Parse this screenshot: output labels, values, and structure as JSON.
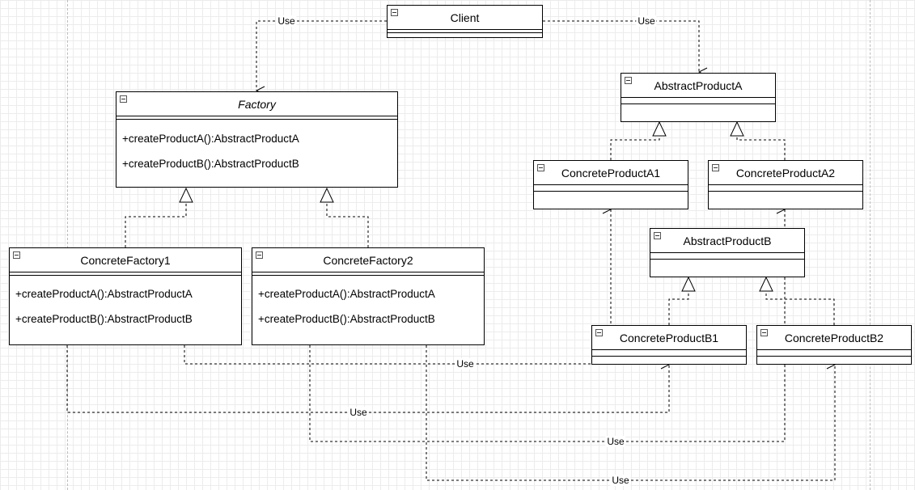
{
  "classes": {
    "client": {
      "name": "Client"
    },
    "factory": {
      "name": "Factory",
      "methods": [
        "+createProductA():AbstractProductA",
        "+createProductB():AbstractProductB"
      ]
    },
    "concrete_factory1": {
      "name": "ConcreteFactory1",
      "methods": [
        "+createProductA():AbstractProductA",
        "+createProductB():AbstractProductB"
      ]
    },
    "concrete_factory2": {
      "name": "ConcreteFactory2",
      "methods": [
        "+createProductA():AbstractProductA",
        "+createProductB():AbstractProductB"
      ]
    },
    "abstract_product_a": {
      "name": "AbstractProductA"
    },
    "concrete_product_a1": {
      "name": "ConcreteProductA1"
    },
    "concrete_product_a2": {
      "name": "ConcreteProductA2"
    },
    "abstract_product_b": {
      "name": "AbstractProductB"
    },
    "concrete_product_b1": {
      "name": "ConcreteProductB1"
    },
    "concrete_product_b2": {
      "name": "ConcreteProductB2"
    }
  },
  "edge_labels": {
    "client_factory": "Use",
    "client_product_a": "Use",
    "cf1_a1": "Use",
    "cf1_b1": "Use",
    "cf2_a2": "Use",
    "cf2_b2": "Use"
  },
  "colors": {
    "line": "#000000",
    "grid": "#ececec",
    "page_guide": "#bdbdbd"
  }
}
